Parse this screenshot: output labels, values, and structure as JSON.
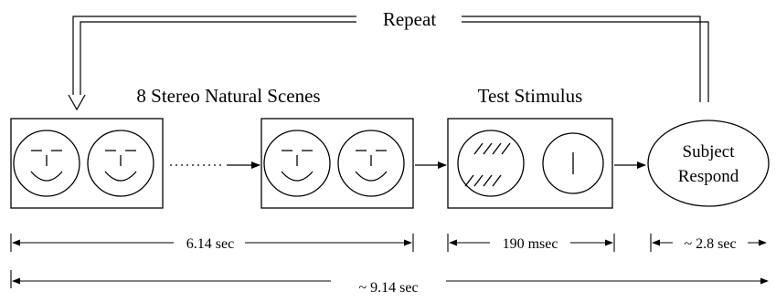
{
  "labels": {
    "repeat": "Repeat",
    "natural_scenes": "8 Stereo Natural Scenes",
    "test_stimulus": "Test Stimulus",
    "subject_line1": "Subject",
    "subject_line2": "Respond"
  },
  "timings": {
    "scenes_duration": "6.14 sec",
    "test_duration": "190 msec",
    "response_duration": "~ 2.8 sec",
    "total_duration": "~ 9.14 sec"
  }
}
